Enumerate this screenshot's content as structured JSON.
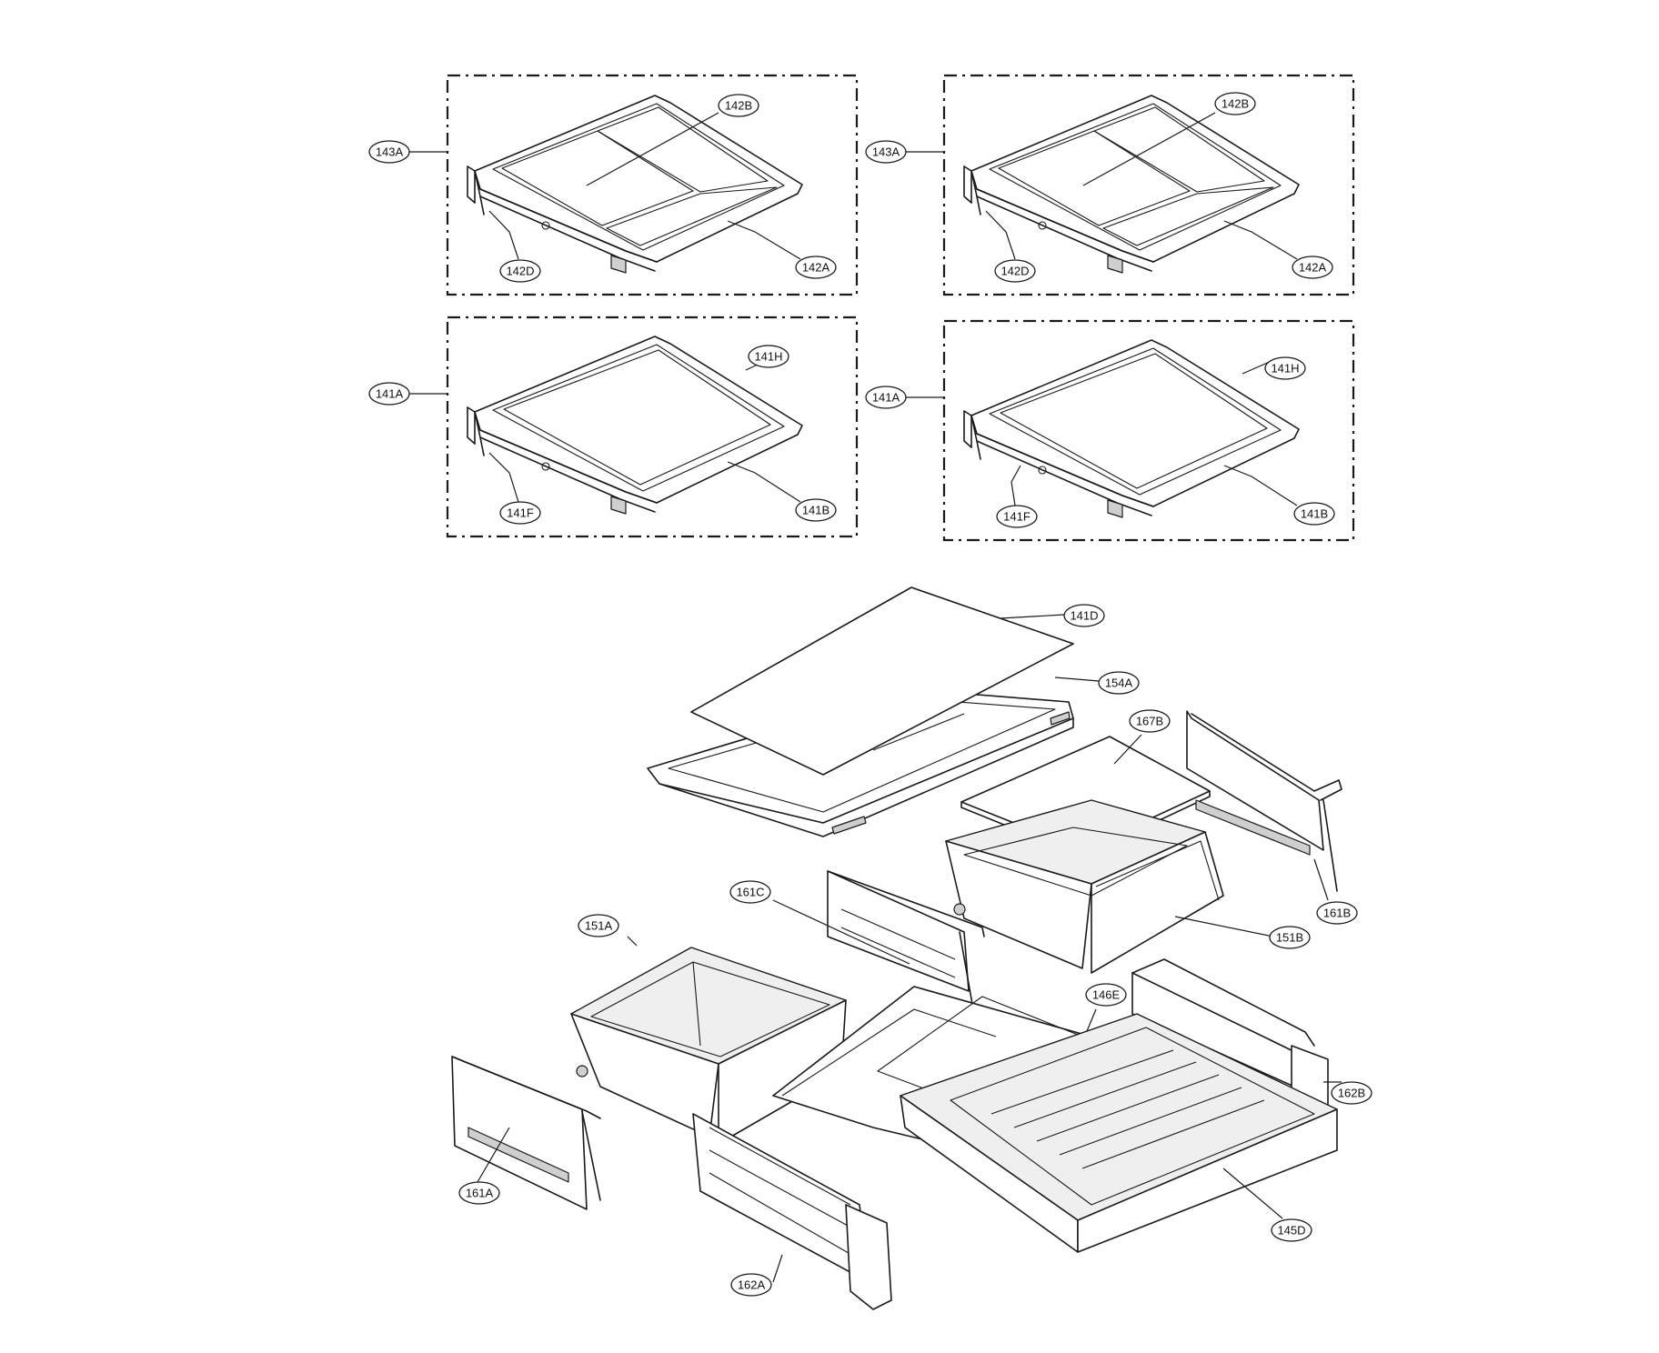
{
  "diagram": {
    "labels": {
      "l143A_1": "143A",
      "l142B_1": "142B",
      "l142D_1": "142D",
      "l142A_1": "142A",
      "l143A_2": "143A",
      "l142B_2": "142B",
      "l142D_2": "142D",
      "l142A_2": "142A",
      "l141A_1": "141A",
      "l141H_1": "141H",
      "l141F_1": "141F",
      "l141B_1": "141B",
      "l141A_2": "141A",
      "l141H_2": "141H",
      "l141F_2": "141F",
      "l141B_2": "141B",
      "l141D": "141D",
      "l154A": "154A",
      "l167B": "167B",
      "l161B": "161B",
      "l161C": "161C",
      "l151B": "151B",
      "l151A": "151A",
      "l146E": "146E",
      "l162B": "162B",
      "l161A": "161A",
      "l145D": "145D",
      "l162A": "162A"
    }
  }
}
